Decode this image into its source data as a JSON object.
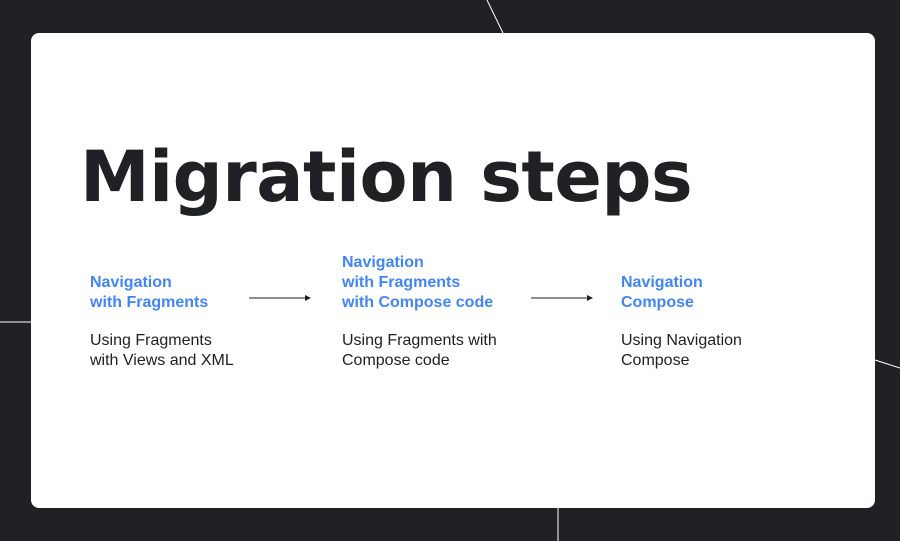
{
  "slide": {
    "title": "Migration steps",
    "steps": [
      {
        "heading_lines": [
          "Navigation",
          "with Fragments"
        ],
        "description_lines": [
          "Using Fragments",
          "with Views and XML"
        ]
      },
      {
        "heading_lines": [
          "Navigation",
          "with Fragments",
          "with Compose code"
        ],
        "description_lines": [
          "Using Fragments with",
          "Compose code"
        ]
      },
      {
        "heading_lines": [
          "Navigation",
          "Compose"
        ],
        "description_lines": [
          "Using Navigation",
          "Compose"
        ]
      }
    ]
  },
  "colors": {
    "background": "#202124",
    "card": "#ffffff",
    "heading_accent": "#4285f4",
    "text": "#202124"
  }
}
